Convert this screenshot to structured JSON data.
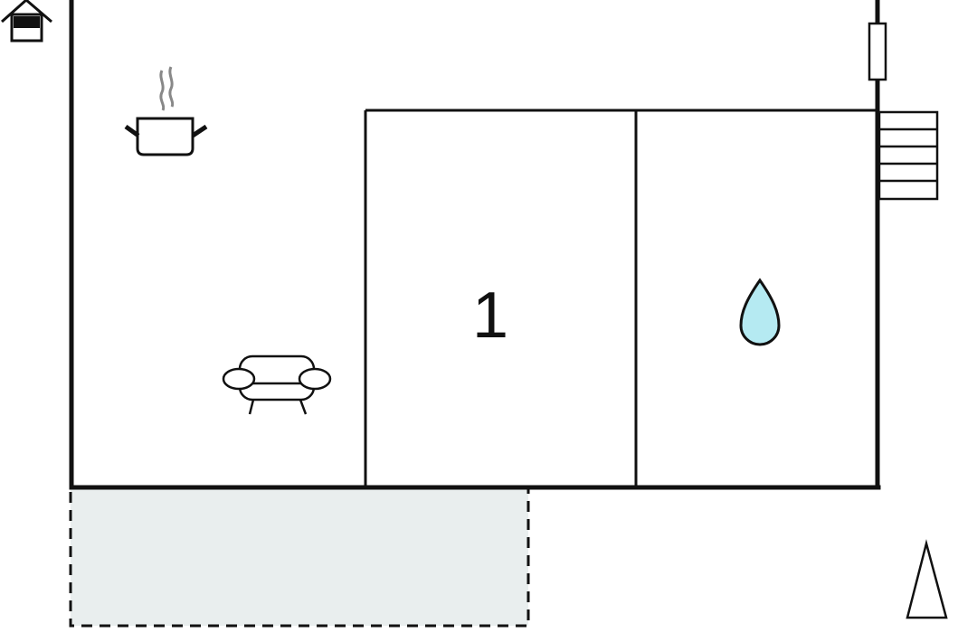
{
  "floorplan": {
    "rooms": [
      {
        "id": "living-kitchen",
        "label": "",
        "icons": [
          "cooking-pot-icon",
          "sofa-icon"
        ]
      },
      {
        "id": "bedroom",
        "label": "1",
        "icons": []
      },
      {
        "id": "bathroom",
        "label": "",
        "icons": [
          "water-drop-icon"
        ]
      }
    ],
    "terrace": {
      "style": "dashed",
      "fill": "#e9eeee"
    },
    "entrance": {
      "icon": "house-entrance-icon"
    },
    "compass": {
      "icon": "north-arrow-icon"
    },
    "stairs": {
      "steps": 5
    },
    "window": {
      "icon": "window-icon"
    }
  },
  "colors": {
    "wall": "#111111",
    "terrace_fill": "#e9eeee",
    "water_fill": "#b5eaf2",
    "steam": "#888888",
    "background": "#ffffff"
  }
}
